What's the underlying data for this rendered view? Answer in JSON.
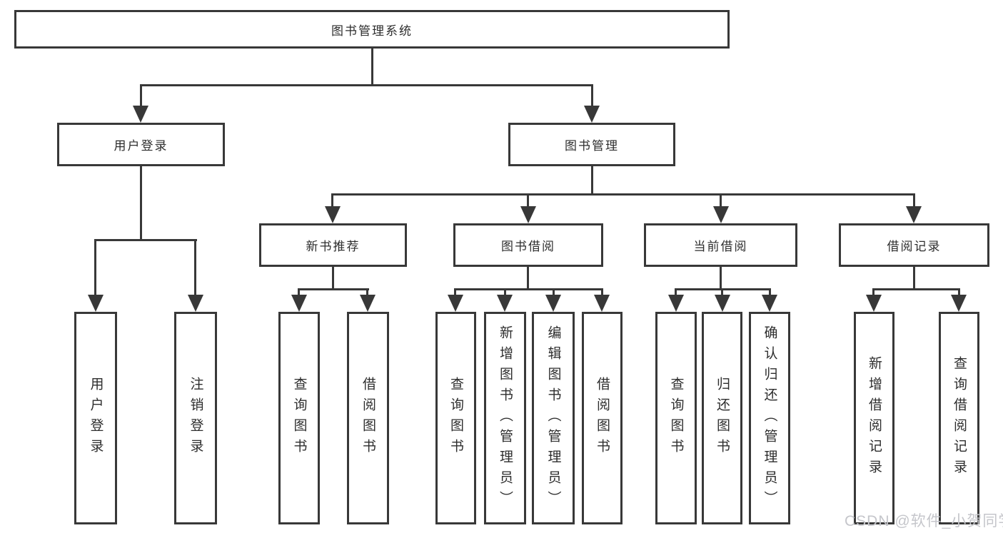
{
  "tree": {
    "root": {
      "label": "图书管理系统"
    },
    "branches": [
      {
        "label": "用户登录",
        "children": [
          {
            "label": "用户登录"
          },
          {
            "label": "注销登录"
          }
        ]
      },
      {
        "label": "图书管理",
        "sections": [
          {
            "label": "新书推荐",
            "children": [
              {
                "label": "查询图书"
              },
              {
                "label": "借阅图书"
              }
            ]
          },
          {
            "label": "图书借阅",
            "children": [
              {
                "label": "查询图书"
              },
              {
                "label": "新增图书（管理员）"
              },
              {
                "label": "编辑图书（管理员）"
              },
              {
                "label": "借阅图书"
              }
            ]
          },
          {
            "label": "当前借阅",
            "children": [
              {
                "label": "查询图书"
              },
              {
                "label": "归还图书"
              },
              {
                "label": "确认归还（管理员）"
              }
            ]
          },
          {
            "label": "借阅记录",
            "children": [
              {
                "label": "新增借阅记录"
              },
              {
                "label": "查询借阅记录"
              }
            ]
          }
        ]
      }
    ]
  },
  "watermark": {
    "text": "CSDN @软件_小贺同学",
    "color": "#c5c6cb"
  },
  "colors": {
    "line": "#383838",
    "text": "#2d2d2d",
    "background": "#ffffff"
  }
}
